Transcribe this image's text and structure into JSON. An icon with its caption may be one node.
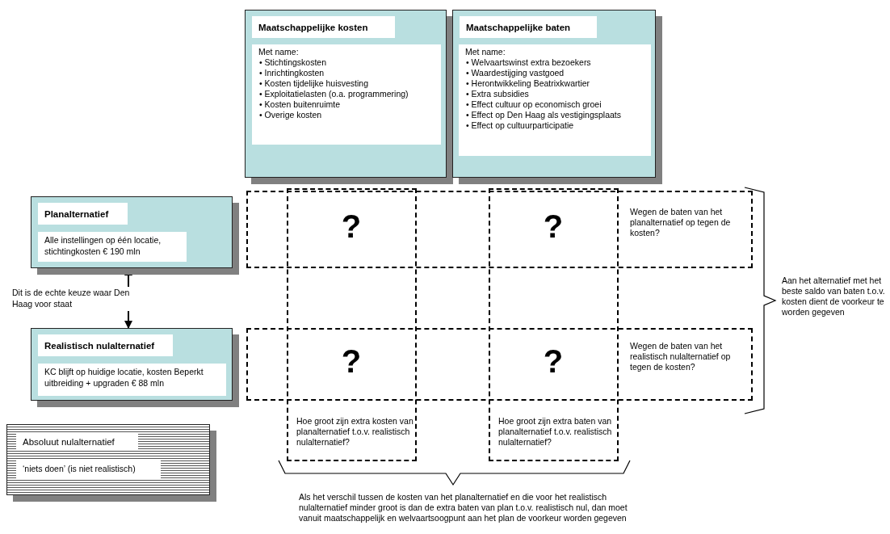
{
  "diagram": {
    "nodes": [
      {
        "text": [
          "Maatschappelijke kosten",
          "Met name:",
          "• Stichtingskosten",
          "• Inrichtingkosten",
          "• Kosten tijdelijke huisvesting",
          "• Exploitatielasten (o.a. programmering)",
          "• Kosten buitenruimte",
          "• Overige kosten"
        ]
      },
      {
        "text": [
          "Maatschappelijke baten",
          "Met name:",
          "• Welvaartswinst extra bezoekers",
          "• Waardestijging vastgoed",
          "• Herontwikkeling Beatrixkwartier",
          "• Extra subsidies",
          "• Effect cultuur op economisch groei",
          "• Effect op Den Haag als vestigingsplaats",
          "• Effect op cultuurparticipatie"
        ]
      },
      {
        "text": [
          "Planalternatief",
          "Alle instellingen op één locatie, stichtingkosten € 190 mln"
        ]
      },
      {
        "text": [
          "Realistisch nulalternatief",
          "KC blijft op huidige locatie, kosten Beperkt uitbreiding + upgraden € 88 mln"
        ]
      },
      {
        "text": [
          "Absoluut nulalternatief",
          "‘niets doen’ (is niet realistisch)"
        ]
      },
      {
        "text": [
          "Wegen de baten van het planalternatief op tegen de kosten?"
        ]
      },
      {
        "text": [
          "Wegen de baten van het realistisch nulalternatief op tegen de kosten?"
        ]
      },
      {
        "text": [
          "Hoe groot zijn extra kosten van planalternatief t.o.v. realistisch nulalternatief?"
        ]
      },
      {
        "text": [
          "Hoe groot zijn extra baten van planalternatief t.o.v. realistisch nulalternatief?"
        ]
      },
      {
        "text": [
          "Dit is de echte keuze waar Den Haag voor staat"
        ]
      }
    ],
    "edges": [
      {
        "from": 9,
        "to": 2,
        "arrow": "to"
      },
      {
        "from": 9,
        "to": 3,
        "arrow": "to"
      }
    ],
    "labels": [
      "?",
      "?",
      "Aan het alternatief met het beste saldo van baten t.o.v. kosten dient de voorkeur te worden gegeven",
      "?",
      "?",
      "Als het verschil tussen de kosten van het planalternatief en die voor het realistisch nulalternatief minder groot is dan de extra baten van plan t.o.v. realistisch nul, dan moet vanuit maatschappelijk en welvaartsoogpunt aan het plan de voorkeur worden gegeven"
    ]
  }
}
